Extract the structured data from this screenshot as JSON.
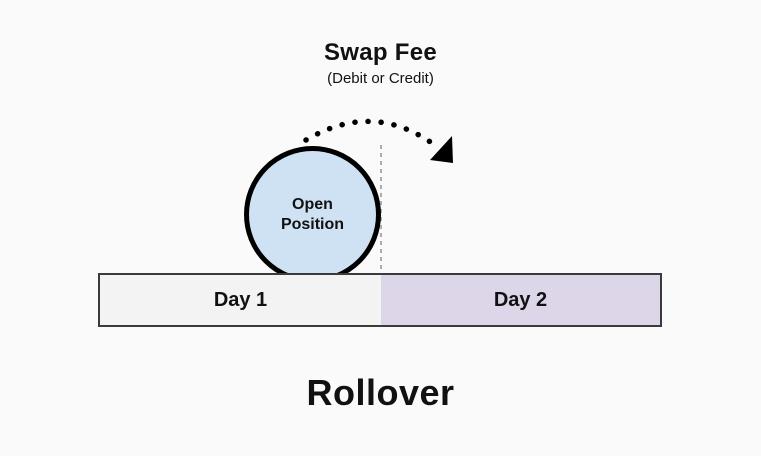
{
  "diagram": {
    "title": "Swap Fee",
    "subtitle": "(Debit or Credit)",
    "circle": {
      "label_line1": "Open",
      "label_line2": "Position"
    },
    "timeline": {
      "day1_label": "Day 1",
      "day2_label": "Day 2"
    },
    "caption": "Rollover",
    "colors": {
      "background": "#fafafa",
      "circle_fill": "#cfe2f3",
      "circle_stroke": "#000000",
      "day1_fill": "#f3f3f3",
      "day2_fill": "#ddd6e9",
      "bar_border": "#3b3b3b",
      "dashed_divider": "#999999",
      "arrow": "#000000"
    }
  }
}
